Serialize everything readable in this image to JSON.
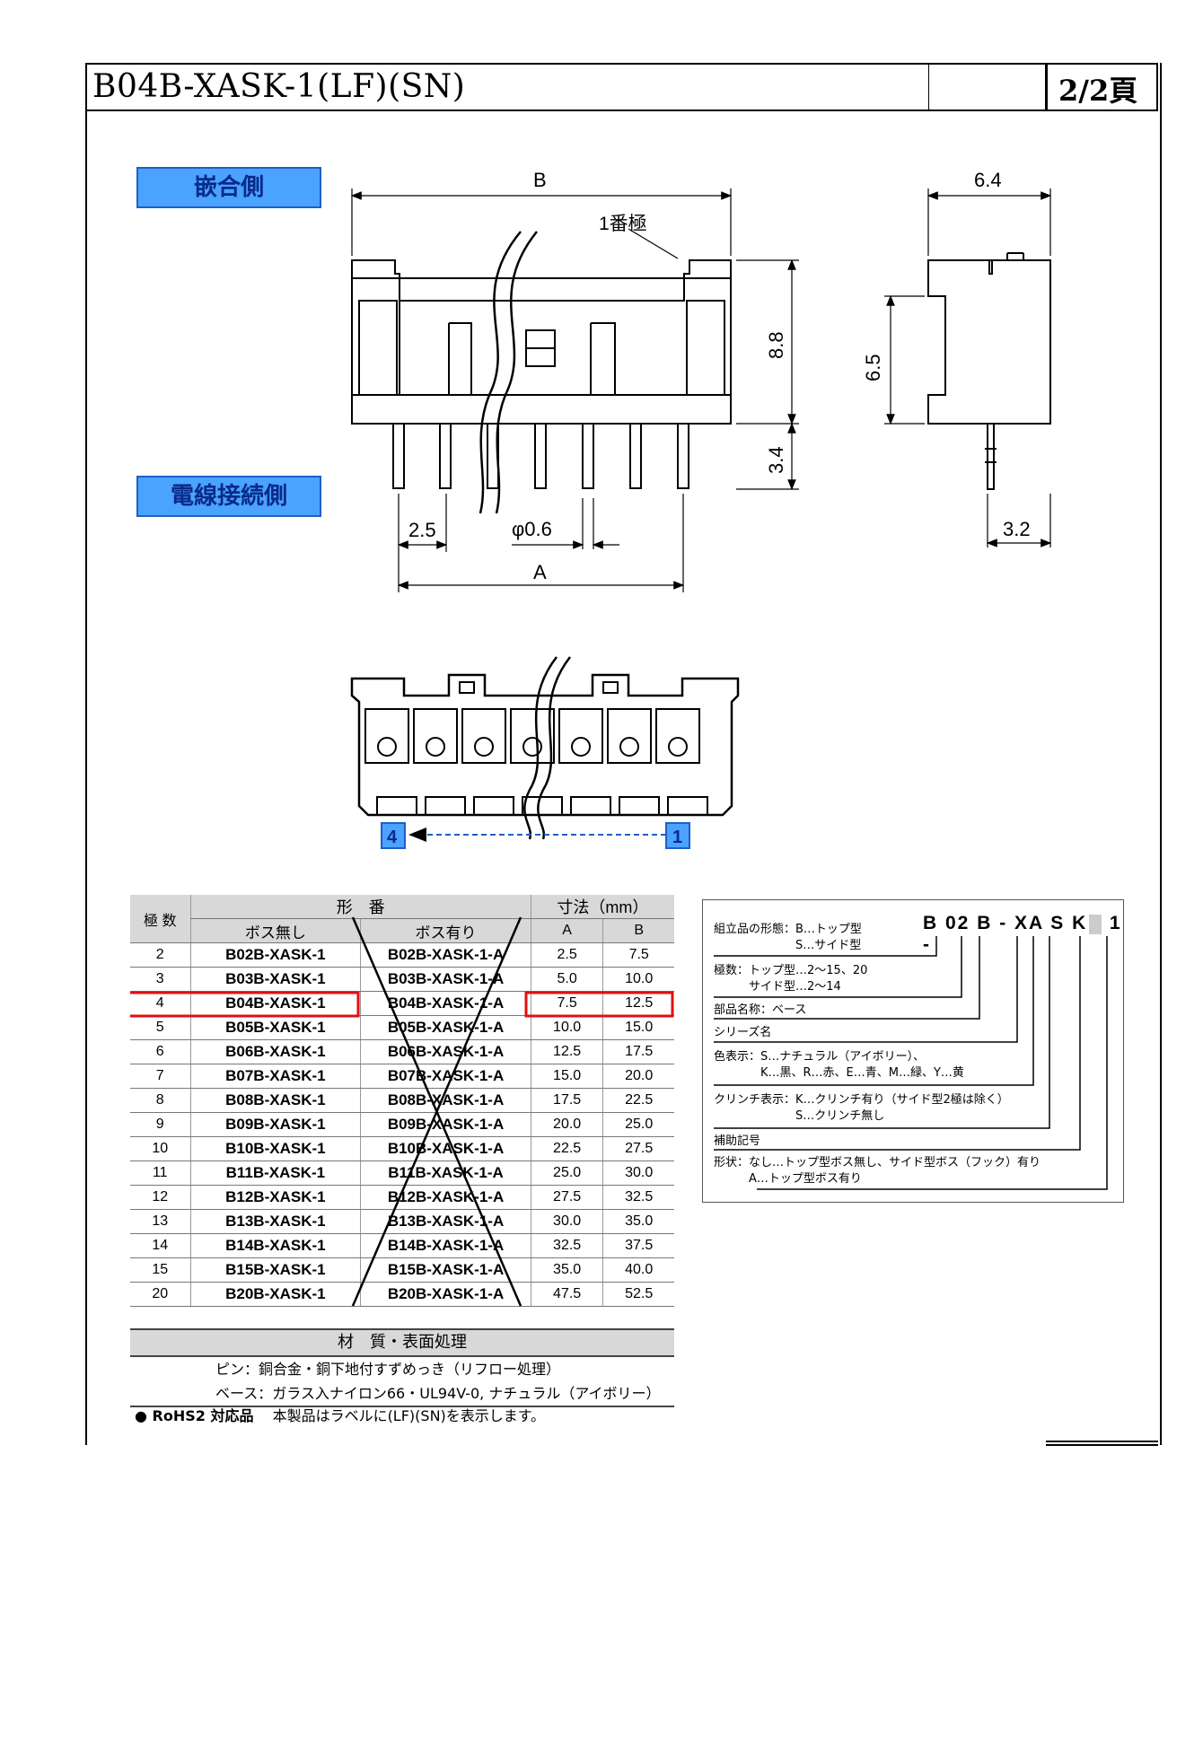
{
  "header": {
    "title": "B04B-XASK-1(LF)(SN)",
    "page": "2/2頁"
  },
  "labels": {
    "mating": "嵌合側",
    "wire": "電線接続側"
  },
  "dims": {
    "B": "B",
    "w64": "6.4",
    "pin1": "1番極",
    "h88": "8.8",
    "h65": "6.5",
    "h34": "3.4",
    "p25": "2.5",
    "phi": "φ0.6",
    "A": "A",
    "w32": "3.2"
  },
  "pins": {
    "left": "4",
    "right": "1"
  },
  "table": {
    "h_poles": "極 数",
    "h_model": "形　番",
    "h_dims": "寸法（mm）",
    "h_noboss": "ボス無し",
    "h_boss": "ボス有り",
    "h_A": "A",
    "h_B": "B",
    "rows": [
      [
        "2",
        "B02B-XASK-1",
        "B02B-XASK-1-A",
        "2.5",
        "7.5"
      ],
      [
        "3",
        "B03B-XASK-1",
        "B03B-XASK-1-A",
        "5.0",
        "10.0"
      ],
      [
        "4",
        "B04B-XASK-1",
        "B04B-XASK-1-A",
        "7.5",
        "12.5"
      ],
      [
        "5",
        "B05B-XASK-1",
        "B05B-XASK-1-A",
        "10.0",
        "15.0"
      ],
      [
        "6",
        "B06B-XASK-1",
        "B06B-XASK-1-A",
        "12.5",
        "17.5"
      ],
      [
        "7",
        "B07B-XASK-1",
        "B07B-XASK-1-A",
        "15.0",
        "20.0"
      ],
      [
        "8",
        "B08B-XASK-1",
        "B08B-XASK-1-A",
        "17.5",
        "22.5"
      ],
      [
        "9",
        "B09B-XASK-1",
        "B09B-XASK-1-A",
        "20.0",
        "25.0"
      ],
      [
        "10",
        "B10B-XASK-1",
        "B10B-XASK-1-A",
        "22.5",
        "27.5"
      ],
      [
        "11",
        "B11B-XASK-1",
        "B11B-XASK-1-A",
        "25.0",
        "30.0"
      ],
      [
        "12",
        "B12B-XASK-1",
        "B12B-XASK-1-A",
        "27.5",
        "32.5"
      ],
      [
        "13",
        "B13B-XASK-1",
        "B13B-XASK-1-A",
        "30.0",
        "35.0"
      ],
      [
        "14",
        "B14B-XASK-1",
        "B14B-XASK-1-A",
        "32.5",
        "37.5"
      ],
      [
        "15",
        "B15B-XASK-1",
        "B15B-XASK-1-A",
        "35.0",
        "40.0"
      ],
      [
        "20",
        "B20B-XASK-1",
        "B20B-XASK-1-A",
        "47.5",
        "52.5"
      ]
    ]
  },
  "material": {
    "heading": "材　質・表面処理",
    "pin": "ピン：銅合金・銅下地付すずめっき（リフロー処理）",
    "base": "ベース：ガラス入ナイロン66・UL94V-0, ナチュラル（アイボリー）"
  },
  "rohs": {
    "bold": "● RoHS2 対応品",
    "text": "本製品はラベルに(LF)(SN)を表示します。"
  },
  "code": {
    "pn": "B 02 B - XA S K - 1 -",
    "items": [
      "組立品の形態：B…トップ型\n　　　　　　　S…サイド型",
      "極数：トップ型…2〜15、20\n　　　サイド型…2〜14",
      "部品名称：ベース",
      "シリーズ名",
      "色表示：S…ナチュラル（アイボリー）、\n　　　　K…黒、R…赤、E…青、M…緑、Y…黄",
      "クリンチ表示：K…クリンチ有り（サイド型2極は除く）\n　　　　　　　S…クリンチ無し",
      "補助記号",
      "形状：なし…トップ型ボス無し、サイド型ボス（フック）有り\n　　　A…トップ型ボス有り"
    ]
  }
}
